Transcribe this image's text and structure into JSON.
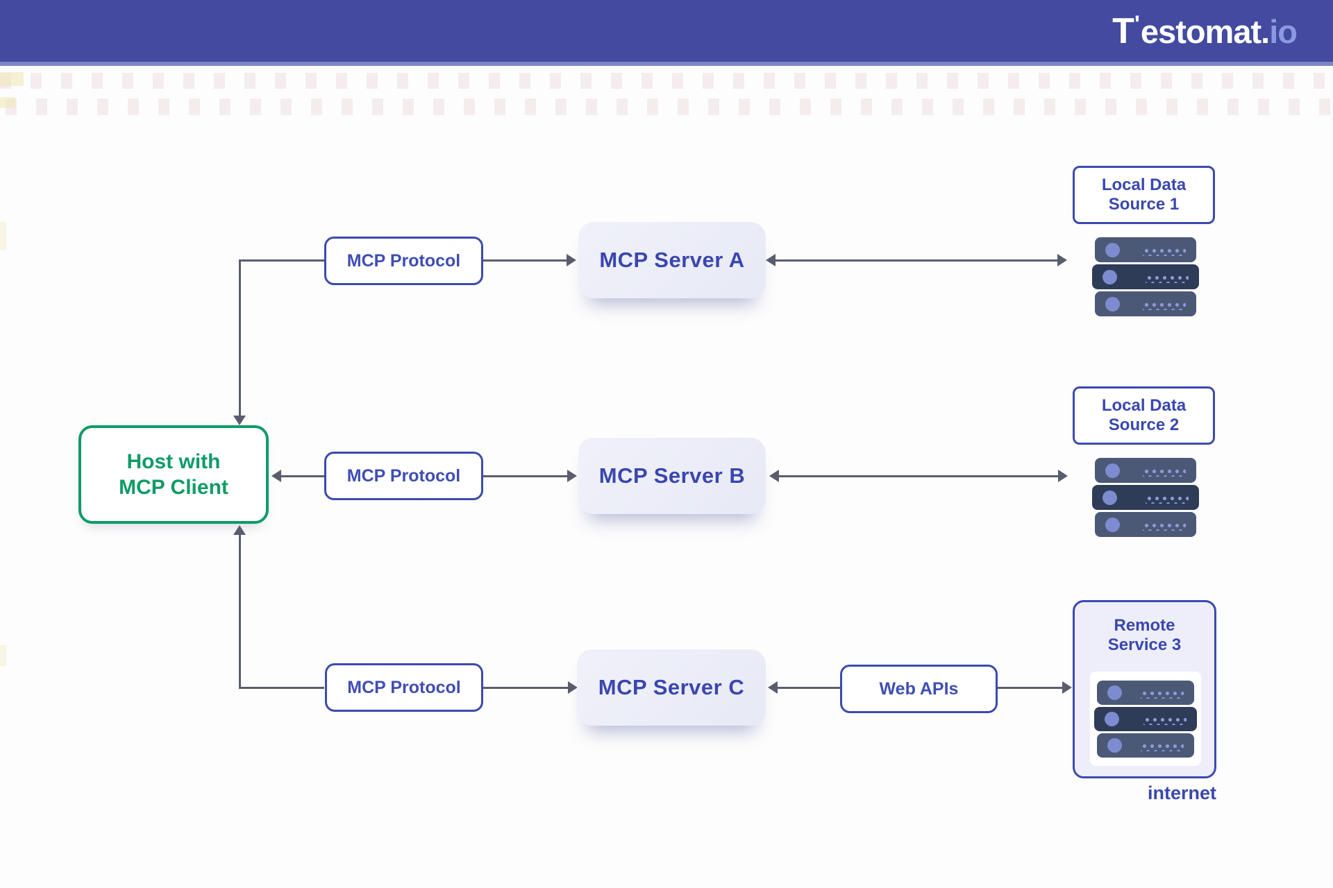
{
  "header": {
    "logo": {
      "t": "T",
      "tick": "'",
      "name": "estomat",
      "dot": ".",
      "tld": "io"
    }
  },
  "host": {
    "line1": "Host with",
    "line2": "MCP Client"
  },
  "rows": [
    {
      "protocol_label": "MCP Protocol",
      "server_label": "MCP Server A",
      "target": {
        "line1": "Local Data",
        "line2": "Source 1"
      }
    },
    {
      "protocol_label": "MCP Protocol",
      "server_label": "MCP Server B",
      "target": {
        "line1": "Local Data",
        "line2": "Source 2"
      }
    },
    {
      "protocol_label": "MCP Protocol",
      "server_label": "MCP Server C",
      "web_apis_label": "Web APIs",
      "target": {
        "line1": "Remote",
        "line2": "Service 3",
        "caption": "internet"
      }
    }
  ],
  "colors": {
    "header_bg": "#434A9F",
    "logo_tld": "#8A99E0",
    "indigo_border": "#3B49AF",
    "indigo_text": "#3A47AE",
    "green_accent": "#0F9B66",
    "connector_line": "#585E6D",
    "server_box_bg": "#EAEBF6",
    "slab": "#4B5977",
    "slab_dark": "#2E3C58",
    "slab_led": "#7D8BD0",
    "slab_vents": "#8D99DC",
    "remote_card_bg": "#EDEEF9"
  }
}
